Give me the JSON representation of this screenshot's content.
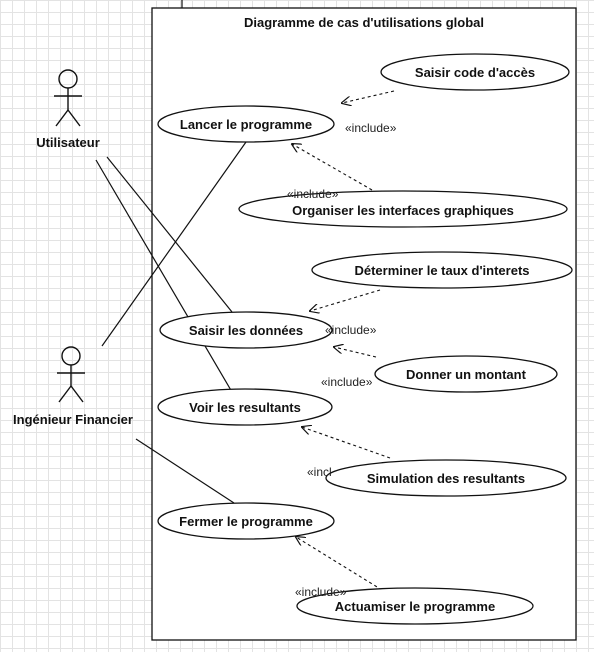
{
  "system": {
    "title": "Diagramme de cas d'utilisations global"
  },
  "actors": {
    "utilisateur": "Utilisateur",
    "ingenieur": "Ingénieur Financier"
  },
  "use_cases": {
    "saisir_code": "Saisir code d'accès",
    "lancer": "Lancer le programme",
    "organiser": "Organiser les interfaces graphiques",
    "determiner": "Déterminer le taux d'interets",
    "saisir_donnees": "Saisir les données",
    "donner_montant": "Donner un montant",
    "voir": "Voir les resultants",
    "simulation": "Simulation des resultants",
    "fermer": "Fermer le programme",
    "actualiser": "Actuamiser le programme"
  },
  "stereotypes": {
    "include_1": "«include»",
    "include_2": "«include»",
    "include_3": "«include»",
    "include_4": "«include»",
    "include_5": "«incl",
    "include_6": "«include»"
  },
  "colors": {
    "line": "#111111",
    "grid": "#e3e3e3",
    "fill": "#ffffff"
  }
}
